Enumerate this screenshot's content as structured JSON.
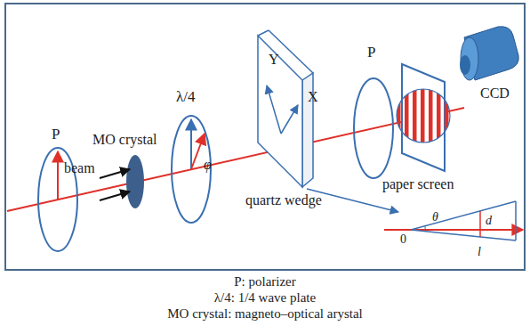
{
  "diagram": {
    "labels": [
      "P",
      "beam",
      "MO crystal",
      "λ/4",
      "φ",
      "Y",
      "X",
      "quartz wedge",
      "P",
      "paper screen",
      "CCD",
      "θ",
      "d",
      "0",
      "l",
      "P: polarizer",
      "λ/4: 1/4 wave plate",
      "MO crystal: magneto–optical arystal"
    ]
  }
}
